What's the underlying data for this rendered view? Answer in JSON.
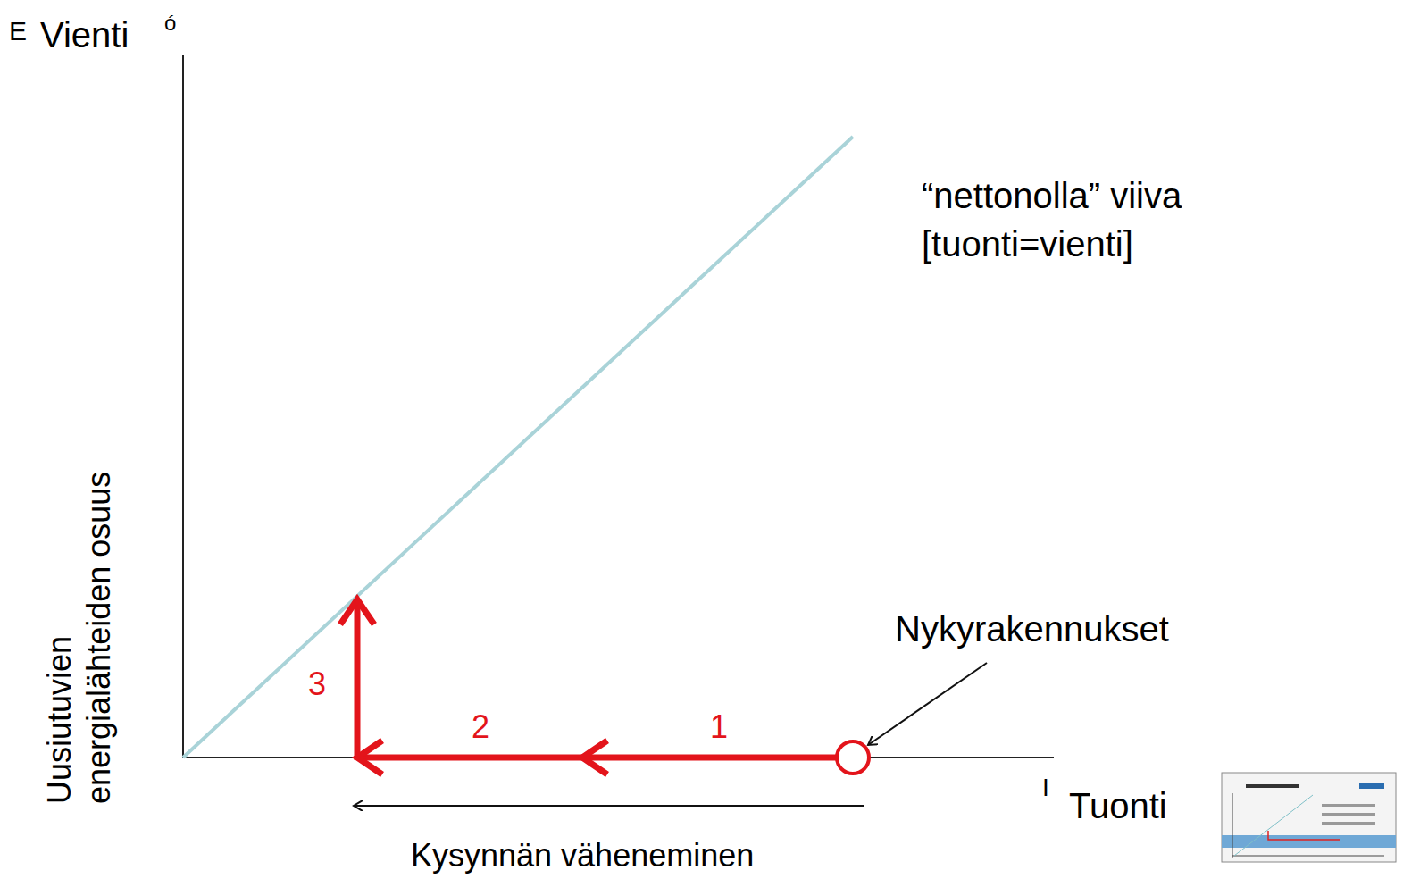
{
  "diagram": {
    "labels": [
      "E",
      "Vienti",
      "ó",
      "“nettonolla” viiva [tuonti=vienti]",
      "Uusiutuvien energialähteiden osuus",
      "Nykyrakennukset",
      "3",
      "2",
      "1",
      "I",
      "Tuonti",
      "Kysynnän väheneminen"
    ]
  }
}
